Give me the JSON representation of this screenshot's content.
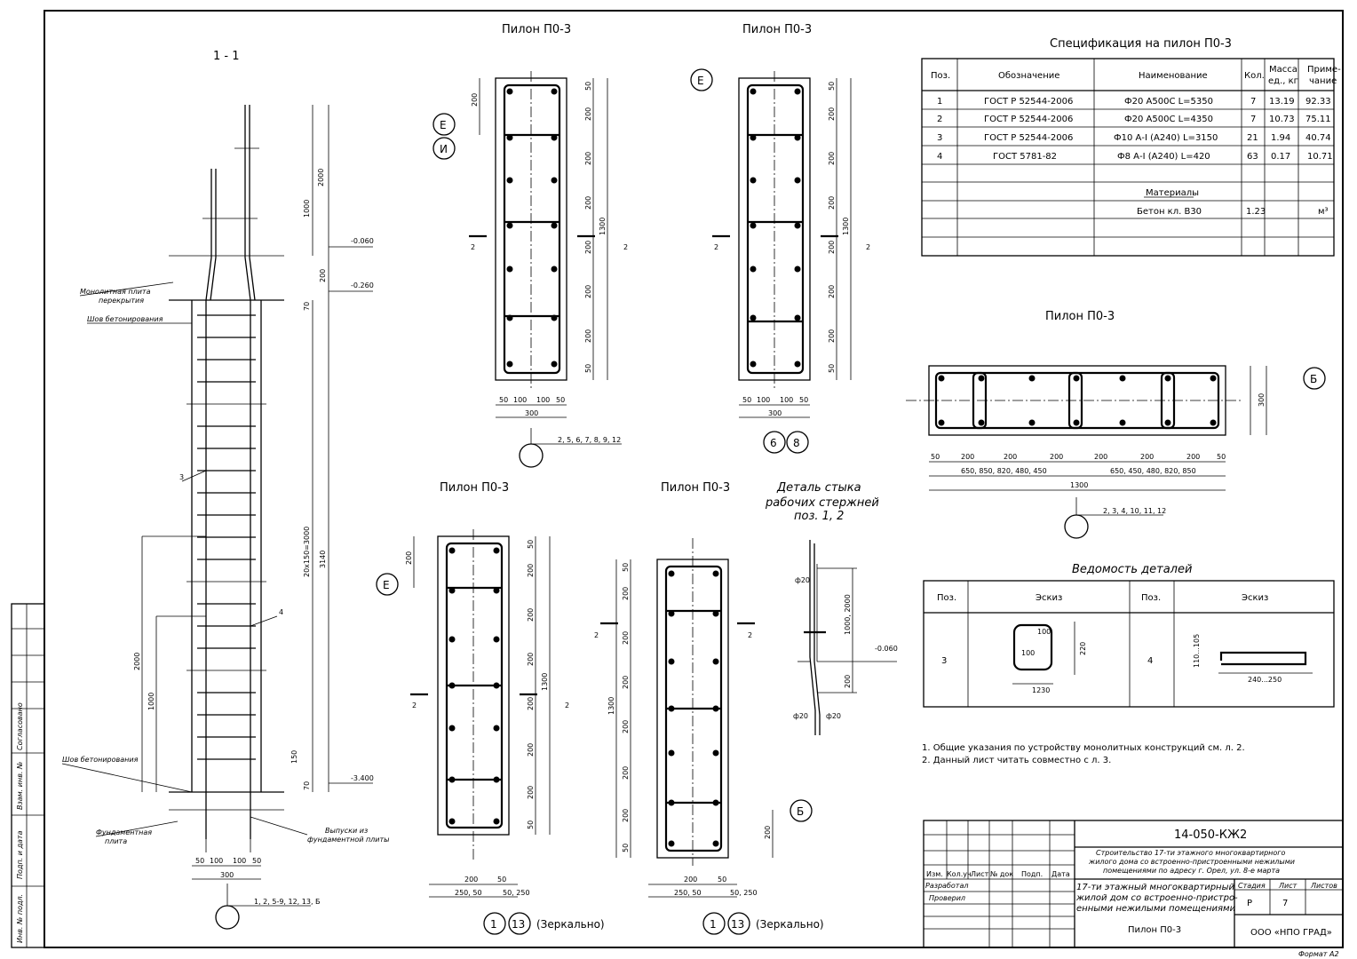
{
  "views": {
    "section_1_1": {
      "title": "1 - 1"
    },
    "pylon_top_left": {
      "title": "Пилон П0-3",
      "callout_label": "2, 5, 6, 7, 8, 9, 12",
      "width": "300",
      "dims": [
        "50",
        "100",
        "100",
        "50"
      ]
    },
    "pylon_top_mid": {
      "title": "Пилон П0-3",
      "width": "300",
      "sheet_refs": [
        "6",
        "8"
      ]
    },
    "pylon_bot_left": {
      "title": "Пилон П0-3",
      "bottom_dims": [
        "200",
        "50",
        "250, 50",
        "50, 250"
      ],
      "sheet_refs": [
        "1",
        "13"
      ],
      "mirror_note": "(Зеркально)"
    },
    "pylon_bot_mid": {
      "title": "Пилон П0-3",
      "bottom_dims": [
        "200",
        "50",
        "250, 50",
        "50, 250"
      ],
      "sheet_refs": [
        "1",
        "13"
      ],
      "mirror_note": "(Зеркально)"
    },
    "joint_detail": {
      "title_lines": [
        "Деталь стыка",
        "рабочих стержней",
        "поз. 1, 2"
      ],
      "labels": [
        "ф20",
        "ф20",
        "ф20",
        "1000, 2000",
        "200",
        "-0.060"
      ]
    },
    "pylon_plan_right": {
      "title": "Пилон П0-3",
      "callout_label": "2, 3, 4, 10, 11, 12",
      "dims_left": "650, 850, 820, 480, 450",
      "dims_right": "650, 450, 480, 820, 850",
      "total": "1300",
      "axis": "Б",
      "height": "300"
    }
  },
  "section_labels": {
    "monolith_slab": [
      "Монолитная плита",
      "перекрытия"
    ],
    "concreting_seam_top": "Шов бетонирования",
    "concreting_seam_bottom": "Шов бетонирования",
    "foundation_slab": [
      "Фундаментная",
      "плита"
    ],
    "outlets": [
      "Выпуски из",
      "фундаментной плиты"
    ],
    "levels": [
      "-0.060",
      "-0.260",
      "-3.400"
    ],
    "dims_right": [
      "2000",
      "1000",
      "200",
      "70",
      "20x150=3000",
      "3140",
      "150",
      "70"
    ],
    "dims_left": [
      "2000",
      "1000"
    ],
    "bottom_dims": [
      "50",
      "100",
      "100",
      "50"
    ],
    "bottom_total": "300",
    "callout_label": "1, 2, 5-9, 12, 13, Б",
    "pos": [
      "3",
      "4"
    ]
  },
  "pylon_dims": {
    "left": [
      "200"
    ],
    "right": [
      "50",
      "200",
      "200",
      "200",
      "200",
      "200",
      "200",
      "50"
    ],
    "height": "1300",
    "cut": "2"
  },
  "axes": {
    "E": "Е",
    "I": "И",
    "B": "Б"
  },
  "spec": {
    "title": "Спецификация на пилон П0-3",
    "headers": [
      "Поз.",
      "Обозначение",
      "Наименование",
      "Кол.",
      "Масса ед., кг",
      "Приме-чание"
    ],
    "headers_display": {
      "mass": [
        "Масса",
        "ед., кг"
      ],
      "note": [
        "Приме-",
        "чание"
      ]
    },
    "rows": [
      [
        "1",
        "ГОСТ Р 52544-2006",
        "Ф20 А500С L=5350",
        "7",
        "13.19",
        "92.33"
      ],
      [
        "2",
        "ГОСТ Р 52544-2006",
        "Ф20 А500С L=4350",
        "7",
        "10.73",
        "75.11"
      ],
      [
        "3",
        "ГОСТ Р 52544-2006",
        "Ф10 А-I (А240) L=3150",
        "21",
        "1.94",
        "40.74"
      ],
      [
        "4",
        "ГОСТ 5781-82",
        "Ф8 А-I (А240) L=420",
        "63",
        "0.17",
        "10.71"
      ]
    ],
    "materials_label": "Материалы",
    "concrete": {
      "name": "Бетон кл. В30",
      "qty": "1.23",
      "unit": "м³"
    }
  },
  "parts": {
    "title": "Ведомость деталей",
    "headers": [
      "Поз.",
      "Эскиз",
      "Поз.",
      "Эскиз"
    ],
    "pos_a": "3",
    "pos_b": "4",
    "sketch3_dims": [
      "100",
      "100",
      "220",
      "1230"
    ],
    "sketch4_dims": [
      "110...105",
      "240...250"
    ]
  },
  "notes": [
    "1. Общие указания по устройству монолитных конструкций см. л. 2.",
    "2. Данный лист читать совместно с л. 3."
  ],
  "title_block": {
    "code": "14-050-КЖ2",
    "project": [
      "Строительство 17-ти этажного многоквартирного",
      "жилого дома со встроенно-пристроенными нежилыми",
      "помещениями по адресу г. Орел, ул. 8-е марта"
    ],
    "building": [
      "17-ти этажный многоквартирный",
      "жилой дом со встроенно-пристро-",
      "енными нежилыми помещениями"
    ],
    "sheet_name": "Пилон П0-3",
    "company": "ООО «НПО ГРАД»",
    "stage_label": "Стадия",
    "sheet_label": "Лист",
    "sheets_label": "Листов",
    "stage": "Р",
    "sheet": "7",
    "col_labels": [
      "Изм.",
      "Кол.уч",
      "Лист",
      "№ док",
      "Подп.",
      "Дата"
    ],
    "roles": [
      "Разработал",
      "Проверил"
    ],
    "format": "Формат А2"
  },
  "side_stamp": [
    "Согласовано",
    "Взам. инв. №",
    "Подп. и дата",
    "Инв. № подл."
  ]
}
